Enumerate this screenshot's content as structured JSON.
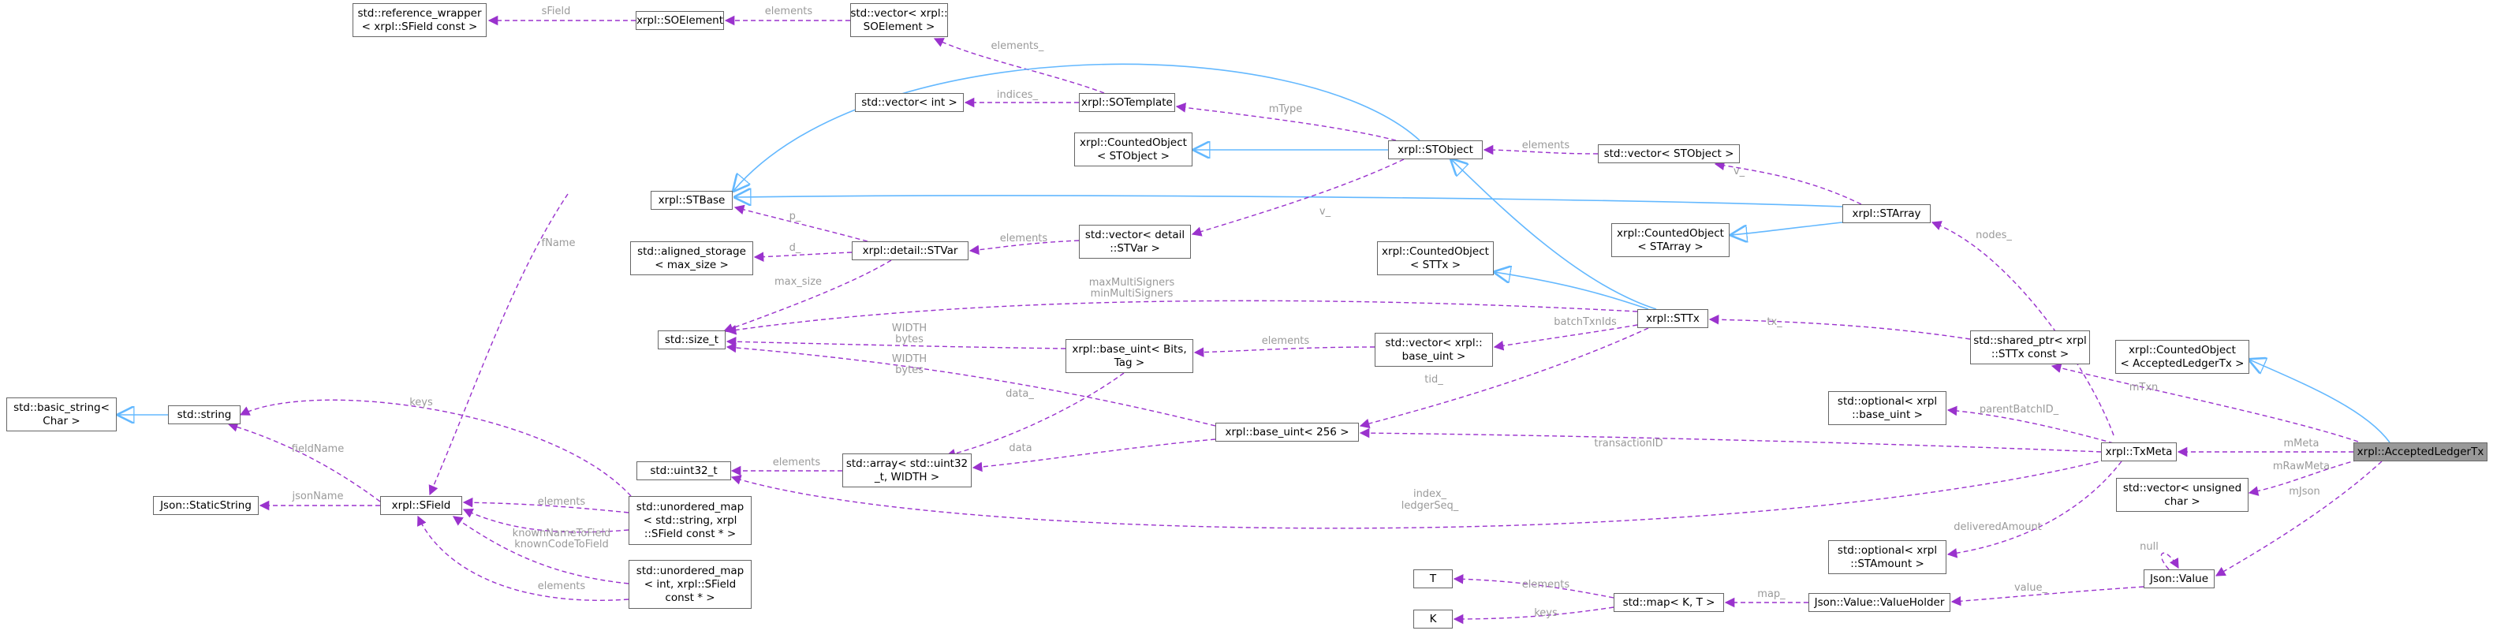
{
  "diagram": {
    "colors": {
      "inherit_edge": "#63b8ff",
      "usage_edge": "#9a32cd",
      "edge_label": "#9a9a9a",
      "node_border": "#666666",
      "highlight_fill": "#999999"
    },
    "nodes": {
      "reference_wrapper": [
        "std::reference_wrapper",
        "< xrpl::SField const >"
      ],
      "soelement": [
        "xrpl::SOElement"
      ],
      "vector_soelement": [
        "std::vector< xrpl::",
        "SOElement >"
      ],
      "vector_int": [
        "std::vector< int >"
      ],
      "sotemplate": [
        "xrpl::SOTemplate"
      ],
      "counted_stobject": [
        "xrpl::CountedObject",
        "< STObject >"
      ],
      "stobject": [
        "xrpl::STObject"
      ],
      "vector_stobject": [
        "std::vector< STObject >"
      ],
      "stbase": [
        "xrpl::STBase"
      ],
      "vector_stvar": [
        "std::vector< detail",
        "::STVar >"
      ],
      "starray": [
        "xrpl::STArray"
      ],
      "counted_starray": [
        "xrpl::CountedObject",
        "< STArray >"
      ],
      "aligned_storage": [
        "std::aligned_storage",
        "< max_size >"
      ],
      "stvar": [
        "xrpl::detail::STVar"
      ],
      "counted_sttx": [
        "xrpl::CountedObject",
        "< STTx >"
      ],
      "size_t": [
        "std::size_t"
      ],
      "base_uint_bits": [
        "xrpl::base_uint< Bits,",
        "Tag >"
      ],
      "vector_base_uint": [
        "std::vector< xrpl::",
        "base_uint >"
      ],
      "sttx": [
        "xrpl::STTx"
      ],
      "shared_ptr_sttx": [
        "std::shared_ptr< xrpl",
        "::STTx const >"
      ],
      "counted_acceptedledgertx": [
        "xrpl::CountedObject",
        "< AcceptedLedgerTx >"
      ],
      "basic_string": [
        "std::basic_string<",
        "Char >"
      ],
      "string": [
        "std::string"
      ],
      "optional_base_uint": [
        "std::optional< xrpl",
        "::base_uint >"
      ],
      "base_uint_256": [
        "xrpl::base_uint< 256 >"
      ],
      "uint32": [
        "std::uint32_t"
      ],
      "array_uint32": [
        "std::array< std::uint32",
        "_t, WIDTH >"
      ],
      "txmeta": [
        "xrpl::TxMeta"
      ],
      "acceptedledgertx": [
        "xrpl::AcceptedLedgerTx"
      ],
      "json_staticstring": [
        "Json::StaticString"
      ],
      "sfield": [
        "xrpl::SField"
      ],
      "unordered_map_string": [
        "std::unordered_map",
        "< std::string, xrpl",
        "::SField const * >"
      ],
      "vector_unsigned_char": [
        "std::vector< unsigned",
        "char >"
      ],
      "optional_stamount": [
        "std::optional< xrpl",
        "::STAmount >"
      ],
      "unordered_map_int": [
        "std::unordered_map",
        "< int, xrpl::SField",
        "const * >"
      ],
      "t": [
        "T"
      ],
      "map_kt": [
        "std::map< K, T >"
      ],
      "valueholder": [
        "Json::Value::ValueHolder"
      ],
      "json_value": [
        "Json::Value"
      ],
      "k": [
        "K"
      ]
    },
    "edge_labels": {
      "sfield": "sField",
      "elements": "elements",
      "elements_": "elements_",
      "indices": "indices_",
      "mtype": "mType",
      "v": "v_",
      "p": "p_",
      "d": "d_",
      "fname": "fName",
      "max_size": "max_size",
      "maxmulti": "maxMultiSigners",
      "minmulti": "minMultiSigners",
      "width": "WIDTH",
      "bytes": "bytes",
      "batchtxnids": "batchTxnIds",
      "tid": "tid_",
      "tx": "tx_",
      "nodes": "nodes_",
      "mtxn": "mTxn",
      "keys": "keys",
      "data": "data",
      "data_": "data_",
      "transactionid": "transactionID",
      "parentbatchid": "parentBatchID_",
      "mmeta": "mMeta",
      "fieldname": "fieldName",
      "jsonname": "jsonName",
      "index": "index_",
      "ledgerseq": "ledgerSeq_",
      "mrawmeta": "mRawMeta",
      "knownnametofield": "knownNameToField",
      "knowncodetofield": "knownCodeToField",
      "mjson": "mJson",
      "null": "null",
      "deliveredamount": "deliveredAmount",
      "map": "map_",
      "value": "value_"
    }
  }
}
